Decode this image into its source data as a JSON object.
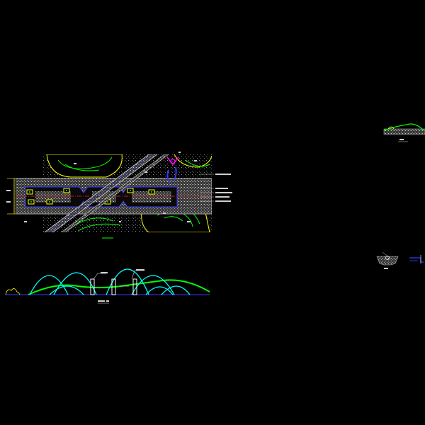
{
  "drawing": {
    "background": "#000000",
    "layer_colors": {
      "yellow": "#ffff00",
      "green": "#00ff00",
      "cyan": "#00ffff",
      "white": "#ffffff",
      "blue": "#3a3aff",
      "magenta": "#ff00ff",
      "red": "#ff2020",
      "gray": "#8a8a8a"
    }
  },
  "views": [
    {
      "id": "plan",
      "kind": "site-plan-view"
    },
    {
      "id": "elevation",
      "kind": "fountain-elevation-view"
    },
    {
      "id": "detail-a",
      "kind": "section-detail"
    },
    {
      "id": "detail-b",
      "kind": "section-detail"
    },
    {
      "id": "detail-c",
      "kind": "profile-detail"
    }
  ]
}
